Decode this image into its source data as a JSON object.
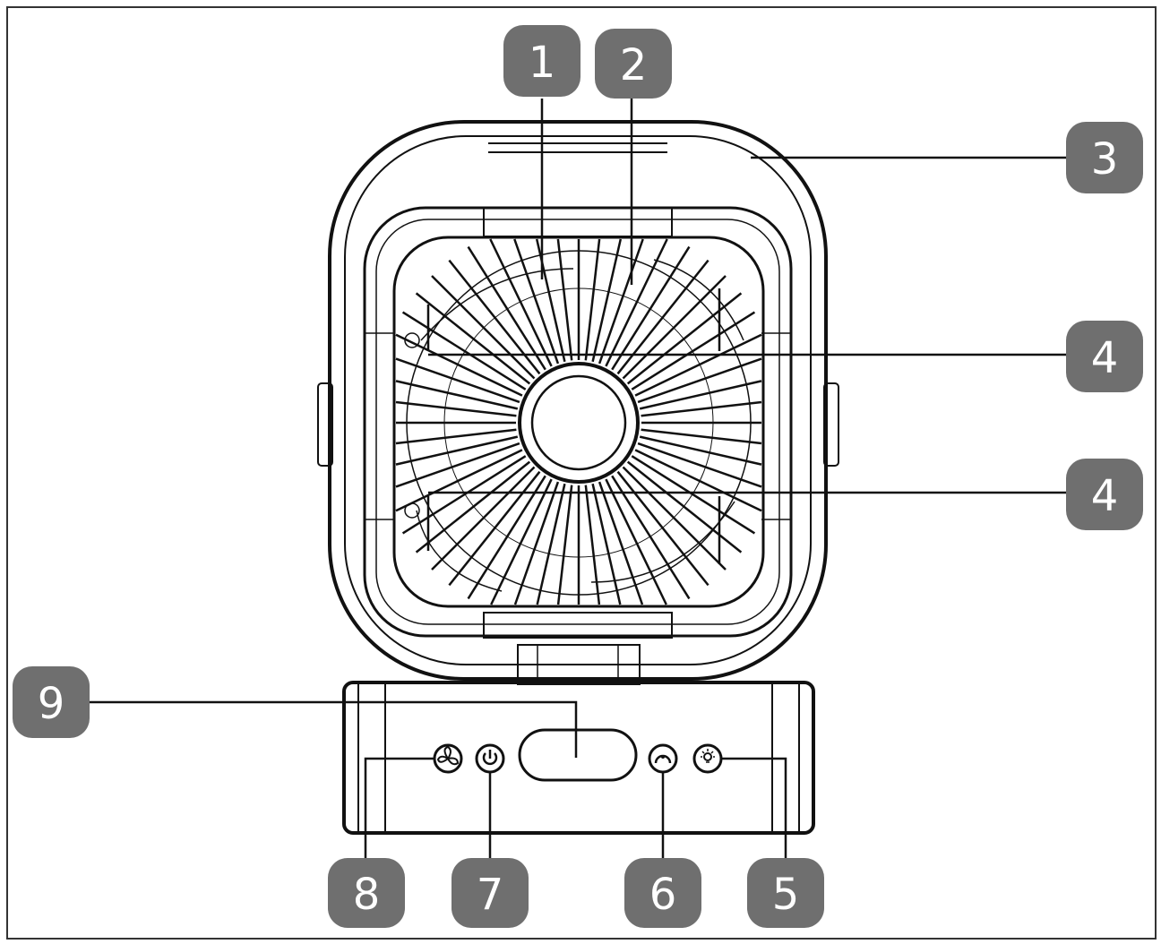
{
  "callouts": {
    "c1": "1",
    "c2": "2",
    "c3": "3",
    "c4a": "4",
    "c4b": "4",
    "c5": "5",
    "c6": "6",
    "c7": "7",
    "c8": "8",
    "c9": "9"
  },
  "colors": {
    "badge": "#6f6f6f",
    "line": "#111111",
    "background": "#ffffff"
  },
  "icons": [
    "fan-speed-icon",
    "power-icon",
    "humidifier-icon",
    "light-icon"
  ]
}
